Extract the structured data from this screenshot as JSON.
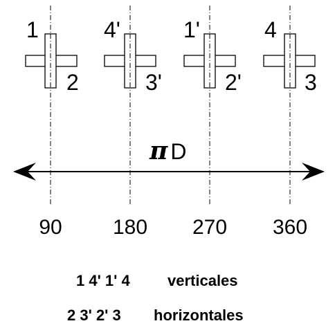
{
  "stations": [
    {
      "top_label": "1",
      "bottom_label": "2"
    },
    {
      "top_label": "4'",
      "bottom_label": "3'"
    },
    {
      "top_label": "1'",
      "bottom_label": "2'"
    },
    {
      "top_label": "4",
      "bottom_label": "3"
    }
  ],
  "circumference": {
    "symbol": "π",
    "letter": "D"
  },
  "angles": [
    "90",
    "180",
    "270",
    "360"
  ],
  "legend": [
    {
      "numbers": "1 4' 1' 4",
      "description": "verticales"
    },
    {
      "numbers": "2 3' 2' 3",
      "description": "horizontales"
    }
  ]
}
